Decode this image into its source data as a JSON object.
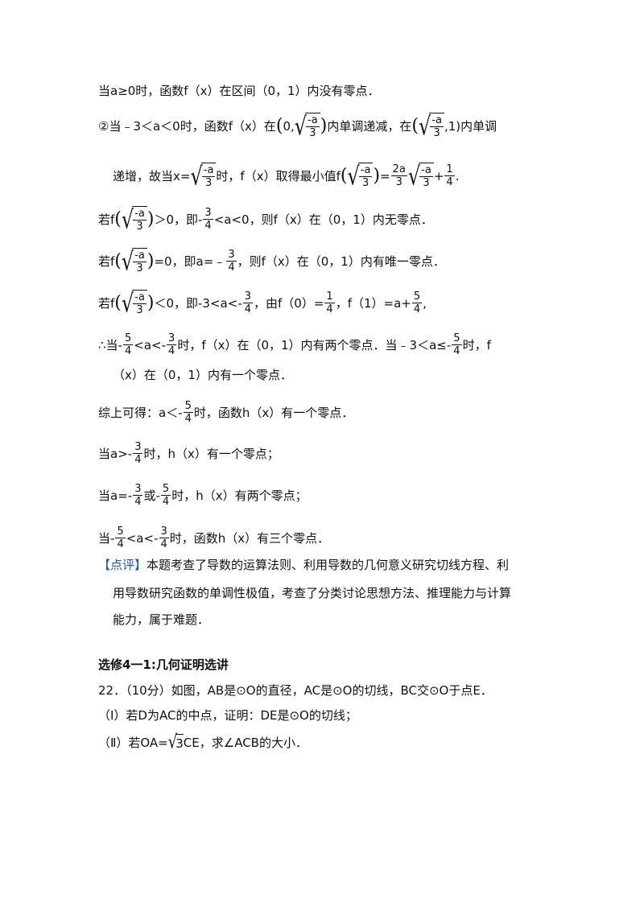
{
  "lines": {
    "l1": "当a≥0时，函数f（x）在区间（0，1）内没有零点．",
    "l2_a": "②当﹣3＜a＜0时，函数f（x）在",
    "l2_b": "内单调递减，在",
    "l2_c": "内单调",
    "l3_a": "递增，故当x=",
    "l3_b": "时，f（x）取得最小值f",
    "l4_a": "若f",
    "l4_b": "＞0，即",
    "l4_c": "，则f（x）在（0，1）内无零点．",
    "l5_a": "若f",
    "l5_b": "=0，即a=﹣",
    "l5_c": "，则f（x）在（0，1）内有唯一零点．",
    "l6_a": "若f",
    "l6_b": "＜0，即",
    "l6_c": "，由f（0）=",
    "l6_d": "，f（1）=a+",
    "l6_e": ",",
    "l7_a": "∴当",
    "l7_b": "时，f（x）在（0，1）内有两个零点．当﹣3＜a",
    "l7_c": "时，f",
    "l8": "（x）在（0，1）内有一个零点．",
    "l9_a": "综上可得：a＜",
    "l9_b": "时，函数h（x）有一个零点．",
    "l10_a": "当a",
    "l10_b": "时，h（x）有一个零点；",
    "l11_a": "当a=",
    "l11_b": "或",
    "l11_c": "时，h（x）有两个零点；",
    "l12_a": "当",
    "l12_b": "时，函数h（x）有三个零点．",
    "comment_tag": "【点评】",
    "comment_1": "本题考查了导数的运算法则、利用导数的几何意义研究切线方程、利",
    "comment_2": "用导数研究函数的单调性极值，考查了分类讨论思想方法、推理能力与计算",
    "comment_3": "能力，属于难题．",
    "section_title": "选修4一1:几何证明选讲",
    "q22": "22．（10分）如图，AB是⊙O的直径，AC是⊙O的切线，BC交⊙O于点E．",
    "q22_1": "（Ⅰ）若D为AC的中点，证明：DE是⊙O的切线；",
    "q22_2a": "（Ⅱ）若OA=",
    "q22_2b": "CE，求∠ACB的大小．"
  },
  "math": {
    "zero": "0,",
    "one": "1)",
    "open_paren": "(",
    "close_paren": ")",
    "comma": ",",
    "lt": "<",
    "le": "≤",
    "gt": ">",
    "neg": "-",
    "plus": "+",
    "a": "a",
    "neg_a": "-a",
    "three": "3",
    "two_a": "2a",
    "four": "4",
    "one_n": "1",
    "five": "5",
    "eq": "=",
    "sqrt3": "3"
  }
}
